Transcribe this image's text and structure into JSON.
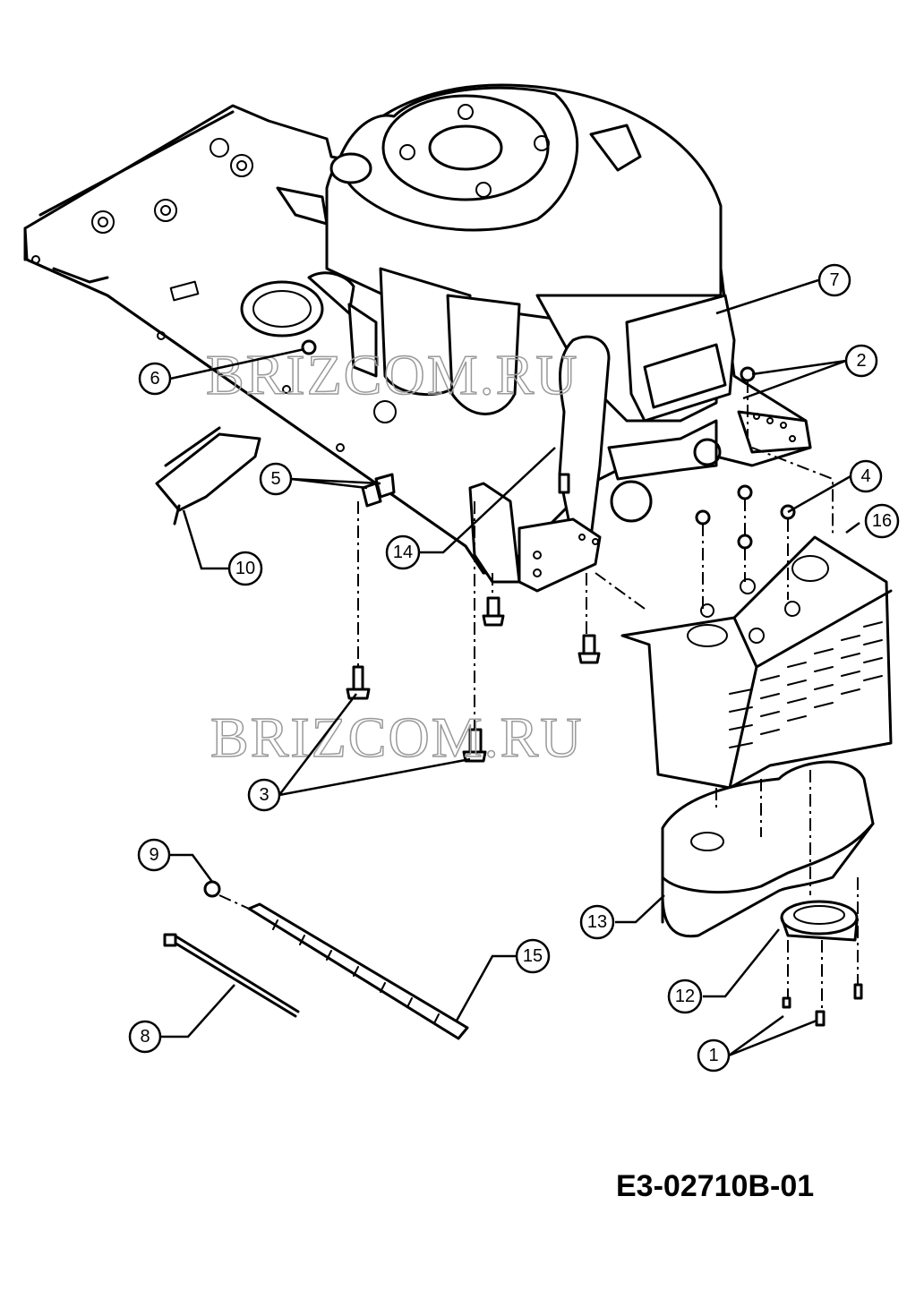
{
  "drawing_number": "E3-02710B-01",
  "watermark_text": "BRIZCOM.RU",
  "callouts": [
    {
      "label": "1"
    },
    {
      "label": "2"
    },
    {
      "label": "3"
    },
    {
      "label": "4"
    },
    {
      "label": "5"
    },
    {
      "label": "6"
    },
    {
      "label": "7"
    },
    {
      "label": "8"
    },
    {
      "label": "9"
    },
    {
      "label": "10"
    },
    {
      "label": "12"
    },
    {
      "label": "13"
    },
    {
      "label": "14"
    },
    {
      "label": "15"
    },
    {
      "label": "16"
    }
  ]
}
